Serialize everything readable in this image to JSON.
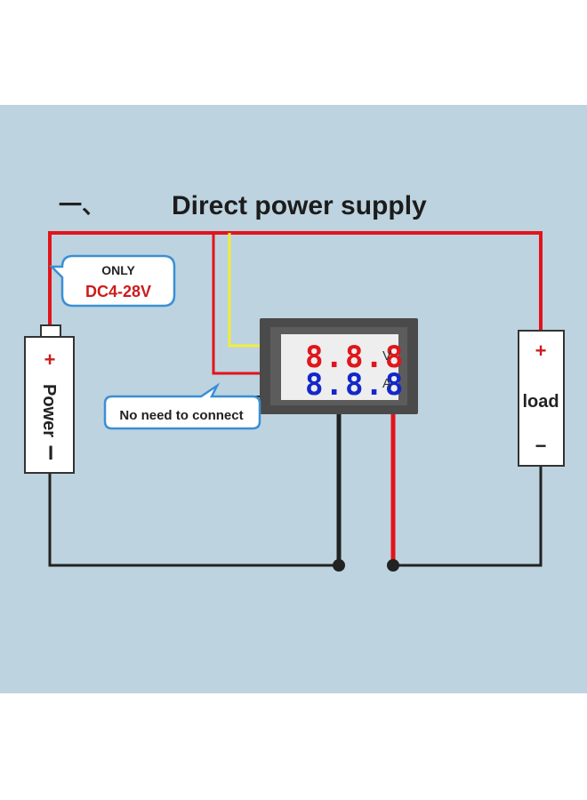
{
  "title": {
    "prefix": "一、",
    "text": "Direct  power supply"
  },
  "callouts": {
    "only_label": "ONLY",
    "voltage_range": "DC4-28V",
    "no_connect": "No need to connect"
  },
  "battery": {
    "label": "Power",
    "plus": "+",
    "minus": "I"
  },
  "load": {
    "label": "load",
    "plus": "+",
    "minus": "−"
  },
  "meter": {
    "voltage_digits": "8.8.8",
    "voltage_unit": "V",
    "current_digits": "8.8.8",
    "current_unit": "A"
  },
  "colors": {
    "background": "#bdd3df",
    "wire_red": "#e3131b",
    "wire_black": "#222222",
    "wire_yellow": "#f2ee3a",
    "callout_border": "#3a8fd6"
  }
}
